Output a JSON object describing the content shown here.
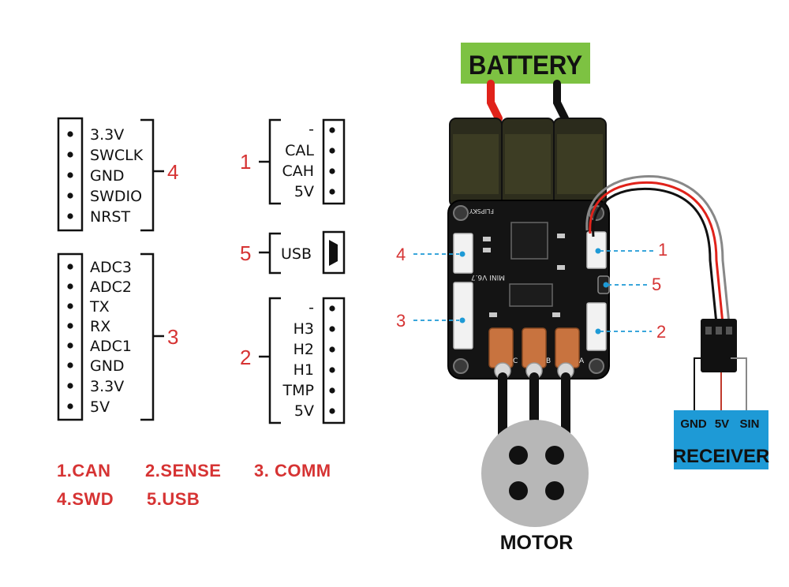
{
  "battery": {
    "label": "BATTERY",
    "color": "#7dc242"
  },
  "motor": {
    "label": "MOTOR"
  },
  "receiver": {
    "label": "RECEIVER",
    "pins": [
      "GND",
      "5V",
      "SIN"
    ],
    "color": "#1e9ad6"
  },
  "board": {
    "silk_name": "FLIPSKY",
    "model": "MINI V6.7",
    "phase_labels": [
      "C",
      "B",
      "A"
    ]
  },
  "connectors": {
    "swd": {
      "number": "4",
      "pins": [
        "3.3V",
        "SWCLK",
        "GND",
        "SWDIO",
        "NRST"
      ]
    },
    "comm": {
      "number": "3",
      "pins": [
        "ADC3",
        "ADC2",
        "TX",
        "RX",
        "ADC1",
        "GND",
        "3.3V",
        "5V"
      ]
    },
    "can": {
      "number": "1",
      "pins": [
        "-",
        "CAL",
        "CAH",
        "5V"
      ]
    },
    "usb": {
      "number": "5",
      "label": "USB"
    },
    "sense": {
      "number": "2",
      "pins": [
        "-",
        "H3",
        "H2",
        "H1",
        "TMP",
        "5V"
      ]
    }
  },
  "callouts": [
    "4",
    "3",
    "1",
    "5",
    "2"
  ],
  "legend": [
    "1.CAN",
    "2.SENSE",
    "3. COMM",
    "4.SWD",
    "5.USB"
  ],
  "colors": {
    "accent": "#d63333",
    "callout_line": "#1e9ad6"
  }
}
